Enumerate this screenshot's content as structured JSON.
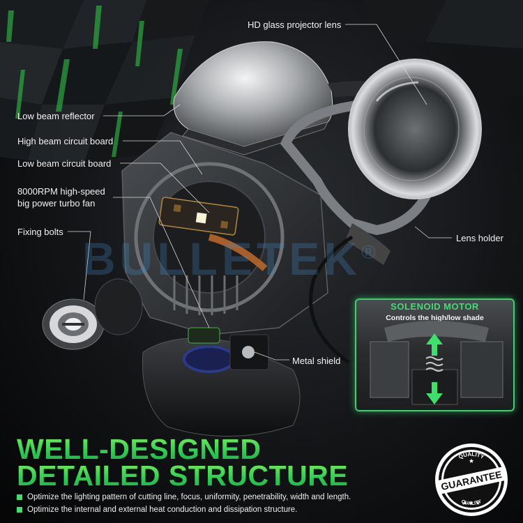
{
  "labels": {
    "hd_lens": "HD glass projector lens",
    "low_beam_reflector": "Low beam reflector",
    "high_beam_board": "High beam circuit board",
    "low_beam_board": "Low beam circuit board",
    "fan_line1": "8000RPM high-speed",
    "fan_line2": "big power turbo fan",
    "fixing_bolts": "Fixing bolts",
    "lens_holder": "Lens holder",
    "metal_shield": "Metal shield"
  },
  "watermark": {
    "text": "BULLETEK",
    "mark": "®"
  },
  "solenoid": {
    "title": "SOLENOID MOTOR",
    "subtitle": "Controls the high/low shade"
  },
  "headline": {
    "line1": "WELL-DESIGNED",
    "line2": "DETAILED STRUCTURE"
  },
  "bullets": [
    "Optimize the lighting pattern of cutting line, focus, uniformity, penetrability, width and length.",
    "Optimize the internal and external heat conduction and dissipation structure."
  ],
  "badge": {
    "top": "QUALITY",
    "middle": "GUARANTEE",
    "bottom": "QUALITY"
  },
  "colors": {
    "accent_green": "#3de06a",
    "label_text": "#f2f2f2",
    "background": "#121416"
  }
}
